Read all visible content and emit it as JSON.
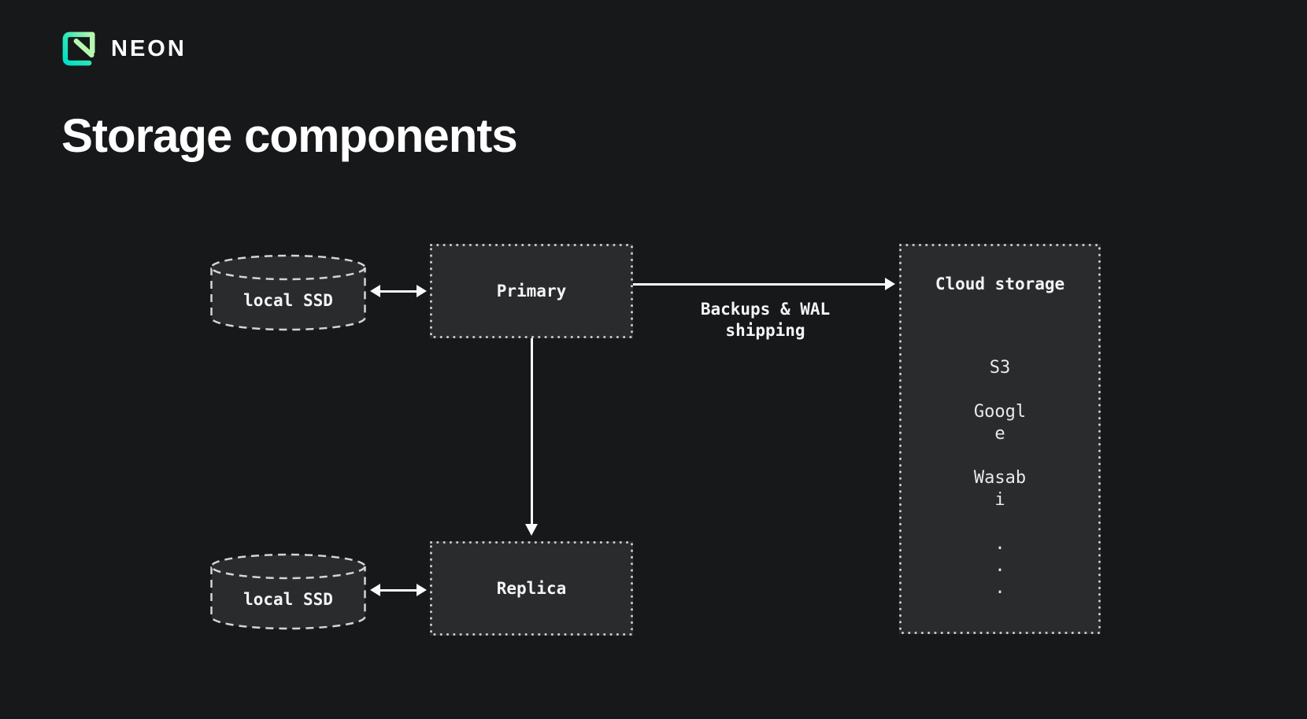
{
  "header": {
    "brand": "NEON",
    "title": "Storage components"
  },
  "diagram": {
    "local_ssd": {
      "label": "local SSD"
    },
    "primary": {
      "label": "Primary"
    },
    "replica": {
      "label": "Replica"
    },
    "cloud": {
      "title": "Cloud storage",
      "items": [
        "S3",
        "Google",
        "Wasabi"
      ],
      "dots": [
        ".",
        ".",
        "."
      ]
    },
    "backups_arrow_label": "Backups & WAL shipping"
  },
  "colors": {
    "background": "#17181a",
    "node_fill": "#2a2b2d",
    "node_border": "#cbcbcb",
    "arrow": "#fafafa",
    "logo_gradient_start": "#00e0c0",
    "logo_gradient_end": "#b6f8b0"
  }
}
